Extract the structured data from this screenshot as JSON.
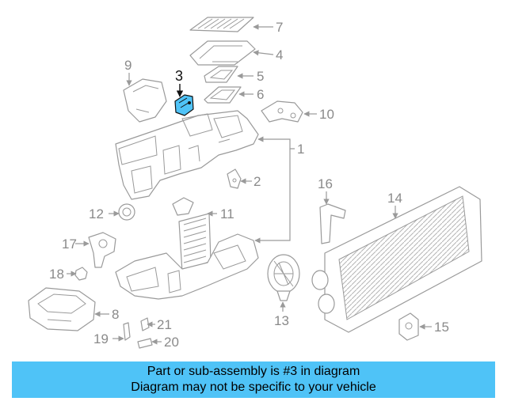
{
  "diagram": {
    "callouts": [
      "1",
      "2",
      "3",
      "4",
      "5",
      "6",
      "7",
      "8",
      "9",
      "10",
      "11",
      "12",
      "13",
      "14",
      "15",
      "16",
      "17",
      "18",
      "19",
      "20",
      "21"
    ],
    "highlight": "3",
    "colors": {
      "highlight_fill": "#4fc3f7",
      "lines": "#9a9a9a",
      "banner": "#4fc3f7"
    }
  },
  "banner": {
    "line1": "Part or sub-assembly is #3 in diagram",
    "line2": "Diagram may not be specific to your vehicle"
  }
}
